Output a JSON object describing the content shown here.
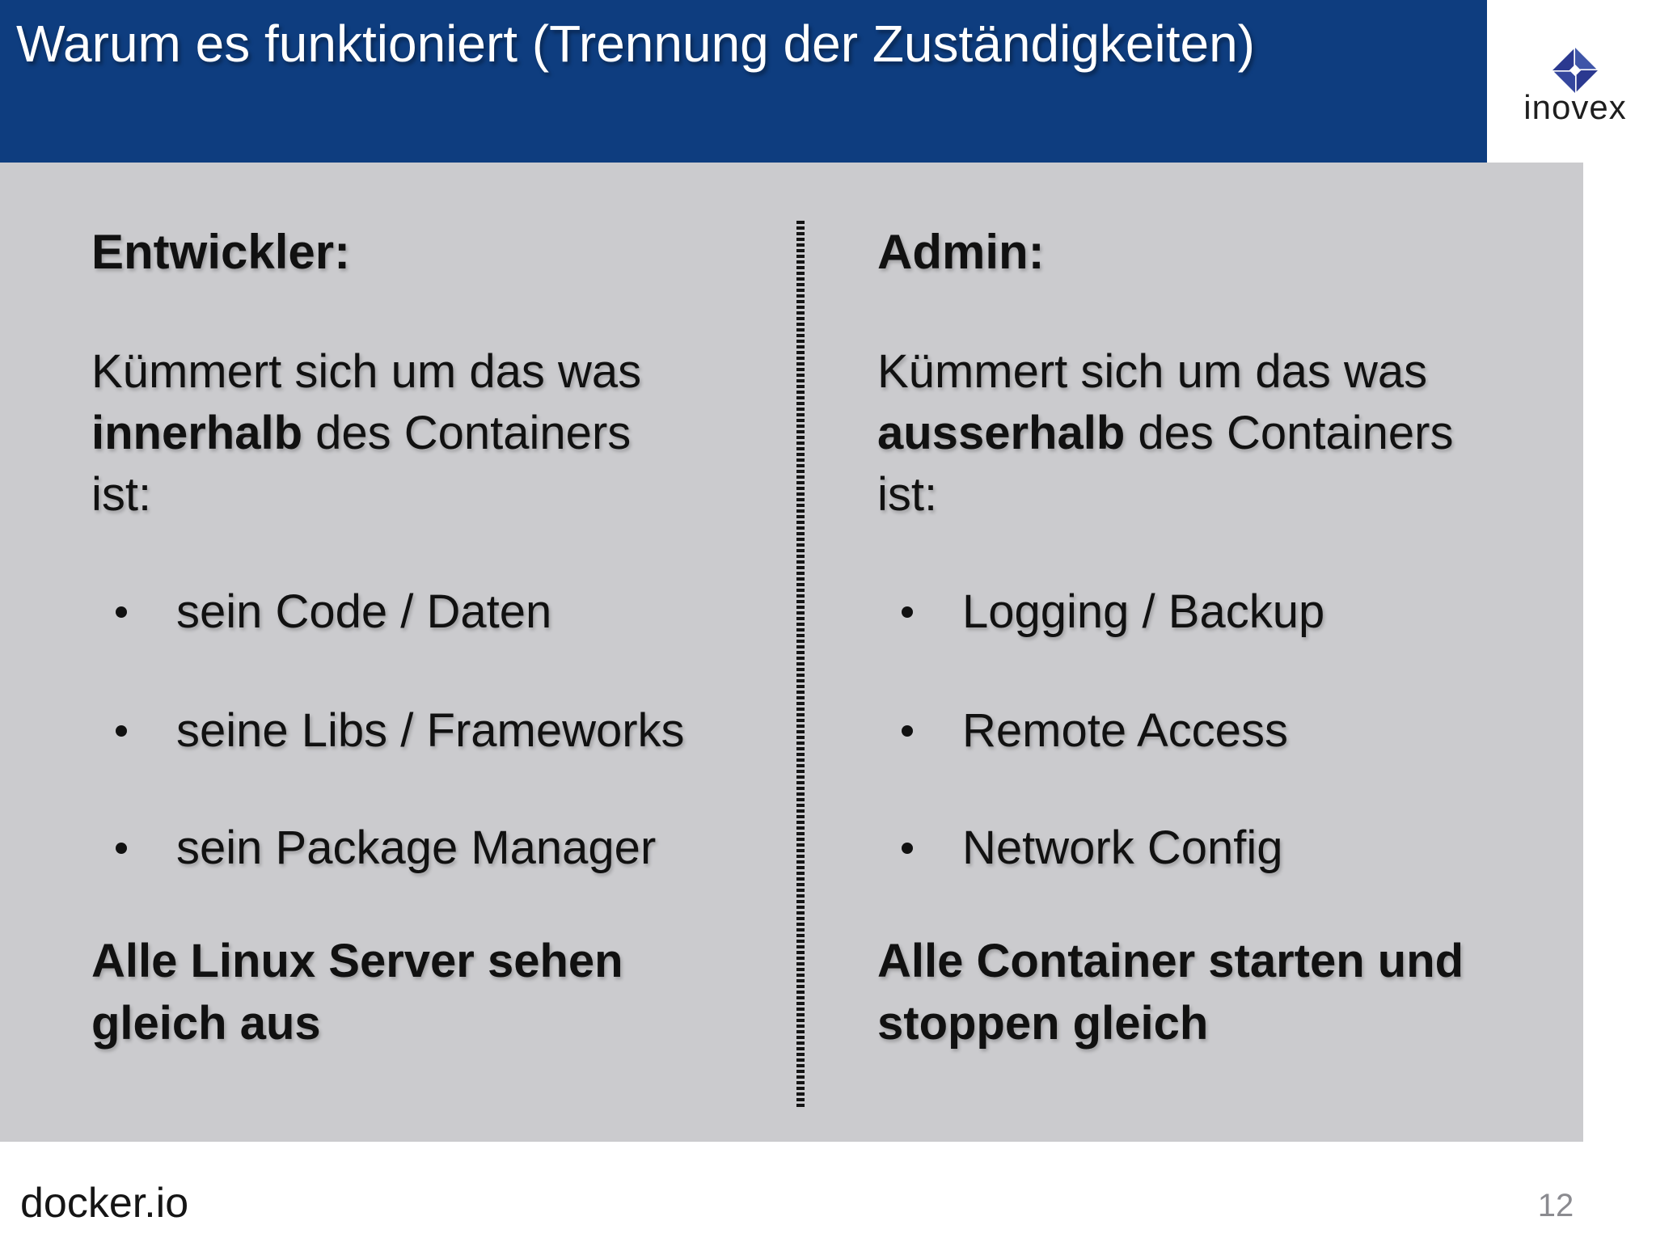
{
  "slide": {
    "title": "Warum es funktioniert (Trennung der Zuständigkeiten)",
    "footer_link": "docker.io",
    "page_number": "12",
    "logo_text": "inovex"
  },
  "left_column": {
    "heading": "Entwickler:",
    "intro_line1": "Kümmert sich um das was",
    "intro_bold": "innerhalb",
    "intro_line2_rest": " des Containers",
    "intro_line3": "ist:",
    "bullets": [
      "sein Code / Daten",
      "seine Libs / Frameworks",
      "sein Package Manager"
    ],
    "closing_line1": "Alle Linux Server sehen",
    "closing_line2": "gleich aus"
  },
  "right_column": {
    "heading": "Admin:",
    "intro_line1": "Kümmert sich um das was",
    "intro_bold": "ausserhalb",
    "intro_line2_rest": " des Containers",
    "intro_line3": "ist:",
    "bullets": [
      "Logging / Backup",
      "Remote Access",
      "Network Config"
    ],
    "closing_line1": "Alle Container starten und",
    "closing_line2": "stoppen gleich"
  },
  "colors": {
    "header_bg": "#0e3d7f",
    "content_bg": "#cbcbce",
    "text": "#111111",
    "page_number": "#8b8b90",
    "logo_dark": "#2b3990",
    "logo_mid": "#3f55a8"
  }
}
